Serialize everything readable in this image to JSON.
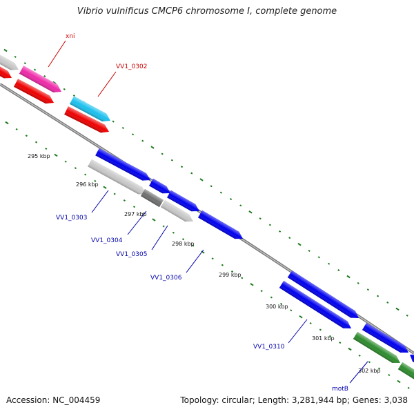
{
  "title": "Vibrio vulnificus CMCP6 chromosome I, complete genome",
  "accession": "Accession: NC_004459",
  "summary": "Topology: circular; Length: 3,281,944 bp; Genes: 3,038",
  "kbp_labels": [
    "295 kbp",
    "296 kbp",
    "297 kbp",
    "298 kbp",
    "299 kbp",
    "300 kbp",
    "301 kbp",
    "302 kbp"
  ],
  "gene_labels": [
    {
      "text": "xni",
      "color": "#cc0000"
    },
    {
      "text": "VV1_0302",
      "color": "#cc0000"
    },
    {
      "text": "VV1_0303",
      "color": "#0000aa"
    },
    {
      "text": "VV1_0304",
      "color": "#0000aa"
    },
    {
      "text": "VV1_0305",
      "color": "#0000aa"
    },
    {
      "text": "VV1_0306",
      "color": "#0000aa"
    },
    {
      "text": "VV1_0310",
      "color": "#0000aa"
    },
    {
      "text": "motB",
      "color": "#0000aa"
    }
  ],
  "colors": {
    "blue": "#0000ee",
    "red": "#ee0000",
    "magenta": "#ee2aa8",
    "cyan": "#1cc0ee",
    "gray": "#c8c8c8",
    "darkgray": "#707070",
    "green": "#2e8b2e",
    "tick": "#1a7a1a"
  }
}
